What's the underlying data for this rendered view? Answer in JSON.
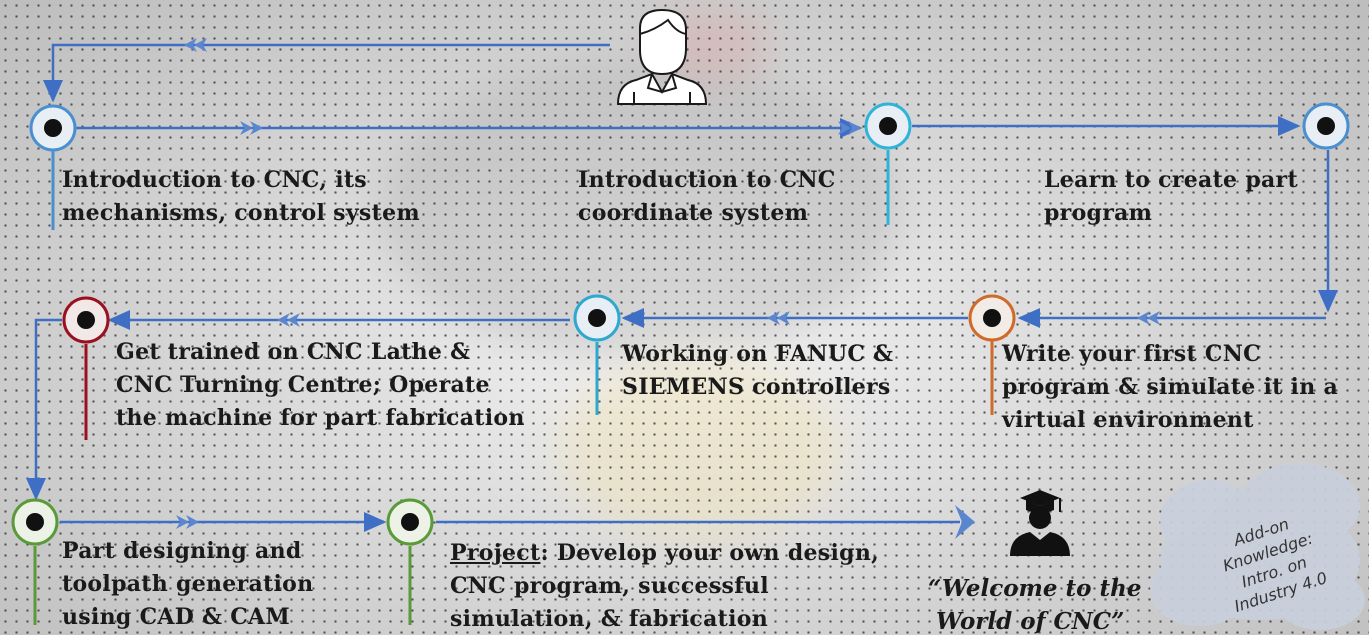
{
  "steps": [
    {
      "id": "s1",
      "lines": [
        "Introduction to CNC, its",
        "mechanisms, control system"
      ],
      "color": "#4a8fd0"
    },
    {
      "id": "s2",
      "lines": [
        "Introduction to CNC",
        "coordinate system"
      ],
      "color": "#2fb3d8"
    },
    {
      "id": "s3",
      "lines": [
        "Learn  to create part",
        "program"
      ],
      "color": "#4a8fd0"
    },
    {
      "id": "s4",
      "lines": [
        "Write your first CNC",
        "program & simulate it in a",
        "virtual environment"
      ],
      "color": "#d06a2a"
    },
    {
      "id": "s5",
      "lines": [
        "Working on FANUC &",
        "SIEMENS controllers"
      ],
      "color": "#2fa8d0"
    },
    {
      "id": "s6",
      "lines": [
        "Get trained on CNC Lathe &",
        "CNC Turning Centre; Operate",
        "the machine for part fabrication"
      ],
      "color": "#9a1020"
    },
    {
      "id": "s7",
      "lines": [
        "Part designing and",
        "toolpath generation",
        "using CAD & CAM"
      ],
      "color": "#5a9a3a"
    },
    {
      "id": "s8",
      "lead": "Project",
      "lines": [
        ": Develop your own design,",
        "CNC program, successful",
        "simulation, & fabrication"
      ],
      "color": "#5a9a3a"
    }
  ],
  "welcome": {
    "line1": "“Welcome to the",
    "line2": "World of CNC”"
  },
  "addon": {
    "line1": "Add-on",
    "line2": "Knowledge:",
    "line3": "Intro. on",
    "line4": "Industry 4.0"
  },
  "icons": {
    "start": "user-icon",
    "end": "graduate-icon"
  },
  "colors": {
    "path": "#3f6fc4",
    "arrow": "#5a86cf"
  }
}
